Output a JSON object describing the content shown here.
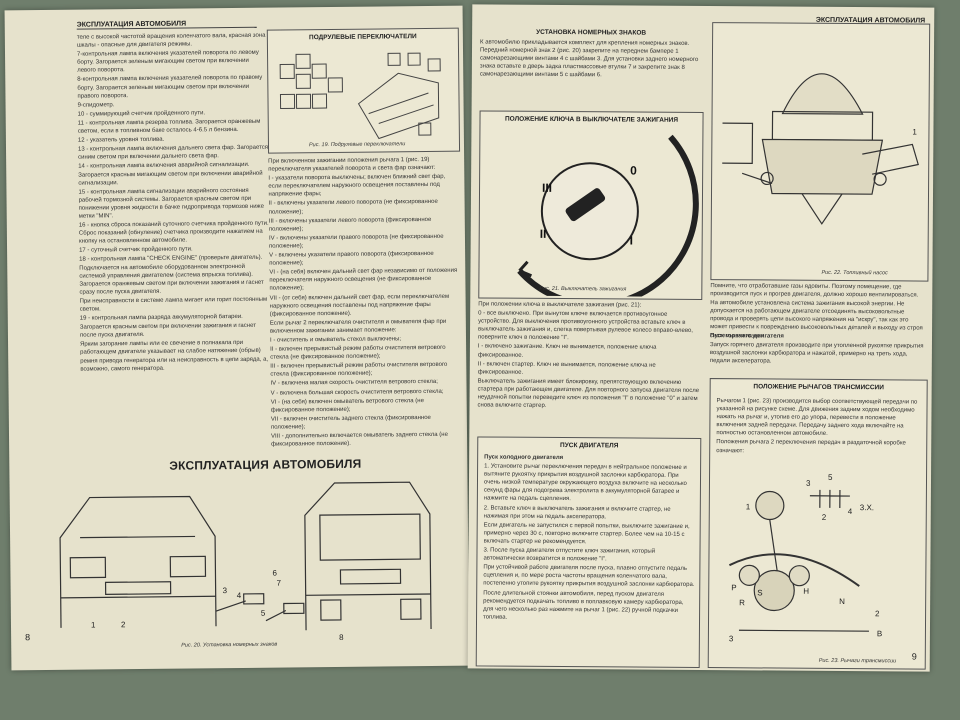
{
  "left_page": {
    "header": "ЭКСПЛУАТАЦИЯ АВТОМОБИЛЯ",
    "page_number": "8",
    "col1": [
      "теле с высокой частотой вращения коленчатого вала, красная зона шкалы - опасные для двигателя режимы.",
      "7-контрольная лампа включения указателей поворота по левому борту. Загорается зеленым мигающим светом при включении левого поворота.",
      "8-контрольная лампа включения указателей поворота по правому борту. Загорается зеленым мигающим светом при включении правого поворота.",
      "9-спидометр.",
      "10 - суммирующий счетчик пройденного пути.",
      "11 - контрольная лампа резерва топлива. Загорается оранжевым светом, если в топливном баке осталось 4-6.5 л бензина.",
      "12 - указатель уровня топлива.",
      "13 - контрольная лампа включения дальнего света фар. Загорается синим светом при включении дальнего света фар.",
      "14 - контрольная лампа включения аварийной сигнализации. Загорается красным мигающим светом при включении аварийной сигнализации.",
      "15 - контрольная лампа сигнализации аварийного состояния рабочей тормозной системы. Загорается красным светом при понижении уровня жидкости в бачке гидропривода тормозов ниже метки \"MIN\".",
      "16 - кнопка сброса показаний суточного счетчика пройденного пути. Сброс показаний (обнуление) счетчика производите нажатием на кнопку на остановленном автомобиле.",
      "17 - суточный счетчик пройденного пути.",
      "18 - контрольная лампа \"CHECK ENGINE\" (проверьте двигатель). Подключается на автомобиле оборудованном электронной системой управления двигателем (система впрыска топлива). Загорается оранжевым светом при включении зажигания и гаснет сразу после пуска двигателя.",
      "При неисправности в системе лампа мигает или горит постоянным светом.",
      "19 - контрольная лампа разряда аккумуляторной батареи.",
      "Загорается красным светом при включении зажигания и гаснет после пуска двигателя.",
      "Ярким загорание лампы или ее свечение в полнакала при работающем двигателе указывает на слабое натяжение (обрыв) ремня привода генератора или на неисправность в цепи заряда, а, возможно, самого генератора."
    ],
    "switch_box_title": "ПОДРУЛЕВЫЕ ПЕРЕКЛЮЧАТЕЛИ",
    "fig19_caption": "Рис. 19. Подрулевые переключатели",
    "col2": [
      "При включенном зажигании положения рычага 1 (рис. 19) переключателя указателей поворота и света фар означают:",
      "I - указатели поворота выключены; включен ближний свет фар, если переключателем наружного освещения поставлены под напряжение фары;",
      "II - включены указатели левого поворота (не фиксированное положение);",
      "III - включены указатели левого поворота (фиксированное положение);",
      "IV - включены указатели правого поворота (не фиксированное положение);",
      "V - включены указатели правого поворота (фиксированное положение);",
      "VI - (на себя) включен дальний свет фар независимо от положения переключателя наружного освещения (не фиксированное положение);",
      "VII - (от себя) включен дальний свет фар, если переключателем наружного освещения поставлены под напряжение фары (фиксированное положение).",
      "Если рычаг 2 переключателя очистителя и омывателя фар при включенном зажигании занимает положение:",
      "I - очиститель и омыватель стекол выключены;",
      "II - включен прерывистый режим работы очистителя ветрового стекла (не фиксированное положение);",
      "III - включен прерывистый режим работы очистителя ветрового стекла (фиксированное положение);",
      "IV - включена малая скорость очистителя ветрового стекла;",
      "V - включена большая скорость очистителя ветрового стекла;",
      "VI - (на себя) включен омыватель ветрового стекла (не фиксированное положение);",
      "VII - включен очиститель заднего стекла (фиксированное положение);",
      "VIII - дополнительно включается омыватель заднего стекла (не фиксированное положение)."
    ],
    "big_title": "ЭКСПЛУАТАЦИЯ АВТОМОБИЛЯ",
    "fig20_caption": "Рис. 20. Установка номерных знаков"
  },
  "right_page": {
    "header": "ЭКСПЛУАТАЦИЯ АВТОМОБИЛЯ",
    "page_number": "9",
    "plates_title": "УСТАНОВКА НОМЕРНЫХ ЗНАКОВ",
    "plates_text": "К автомобилю прикладывается комплект для крепления номерных знаков. Передний номерной знак 2 (рис. 20) закрепите на переднем бампере 1 самонарезающими винтами 4 с шайбами 3. Для установки заднего номерного знака вставьте в дверь задка пластмассовые втулки 7 и закрепите знак 8 самонарезающими винтами 5 с шайбами 6.",
    "key_title": "ПОЛОЖЕНИЕ КЛЮЧА В ВЫКЛЮЧАТЕЛЕ ЗАЖИГАНИЯ",
    "fig21_caption": "Рис. 21. Выключатель зажигания",
    "key_labels": [
      "0",
      "I",
      "II",
      "III"
    ],
    "key_text": [
      "При положении ключа в выключателе зажигания (рис. 21):",
      "0 - все выключено. При вынутом ключе включается противоугонное устройство. Для выключения противоугонного устройства вставьте ключ в выключатель зажигания и, слегка повертывая рулевое колесо вправо-влево, поверните ключ в положение \"I\".",
      "I - включено зажигание. Ключ не вынимается, положение ключа фиксированное.",
      "II - включен стартер. Ключ не вынимается, положение ключа не фиксированное.",
      "Выключатель зажигания имеет блокировку, препятствующую включению стартера при работающем двигателе. Для повторного запуска двигателя после неудачной попытки переведите ключ из положения \"I\" в положение \"0\" и затем снова включите стартер."
    ],
    "start_title": "ПУСК ДВИГАТЕЛЯ",
    "cold_title": "Пуск холодного двигателя",
    "cold_text": [
      "1. Установите рычаг переключения передач в нейтральное положение и вытяните рукоятку прикрытия воздушной заслонки карбюратора. При очень низкой температуре окружающего воздуха включите на несколько секунд фары для подогрева электролита в аккумуляторной батарее и нажмите на педаль сцепления.",
      "2. Вставьте ключ в выключатель зажигания и включите стартер, не нажимая при этом на педаль акселератора.",
      "Если двигатель не запустился с первой попытки, выключите зажигание и, примерно через 30 с, повторно включите стартер. Более чем на 10-15 с включать стартер не рекомендуется.",
      "3. После пуска двигателя отпустите ключ зажигания, который автоматически возвратится в положение \"I\".",
      "При устойчивой работе двигателя после пуска, плавно отпустите педаль сцепления и, по мере роста частоты вращения коленчатого вала, постепенно утопите рукоятку прикрытия воздушной заслонки карбюратора.",
      "После длительной стоянки автомобиля, перед пуском двигателя рекомендуется подкачать топливо в поплавковую камеру карбюратора, для чего несколько раз нажмите на рычаг 1 (рис. 22) ручной подкачки топлива."
    ],
    "fig22_caption": "Рис. 22. Топливный насос",
    "right_col_text": [
      "Помните, что отработавшие газы ядовиты. Поэтому помещение, где производится пуск и прогрев двигателя, должно хорошо вентилироваться.",
      "На автомобиле установлена система зажигания высокой энергии. Не допускается на работающем двигателе отсоединять высоковольтные провода и проверять цепи высокого напряжения на \"искру\", так как это может привести к повреждению высоковольтных деталей и выходу из строя системы зажигания."
    ],
    "hot_title": "Пуск горячего двигателя",
    "hot_text": "Запуск горячего двигателя производите при утопленной рукоятке прикрытия воздушной заслонки карбюратора и нажатой, примерно на треть хода, педали акселератора.",
    "gear_title": "ПОЛОЖЕНИЕ РЫЧАГОВ ТРАНСМИССИИ",
    "gear_text": [
      "Рычагом 1 (рис. 23) производится выбор соответствующей передачи по указанной на рисунке схеме. Для движения задним ходом необходимо нажать на рычаг и, утопив его до упора, перевести в положение включения задней передачи. Передачу заднего хода включайте на полностью остановленном автомобиле.",
      "Положения рычага 2 переключения передач в раздаточной коробке означают:"
    ],
    "fig23_caption": "Рис. 23. Рычаги трансмиссии",
    "gear_labels": [
      "1",
      "3",
      "5",
      "2",
      "4",
      "R",
      "3.X.",
      "P",
      "S",
      "H",
      "N",
      "B",
      "2",
      "3"
    ]
  },
  "colors": {
    "paper": "#e6e2cc",
    "background": "#6f7e6c",
    "ink": "#333333"
  }
}
